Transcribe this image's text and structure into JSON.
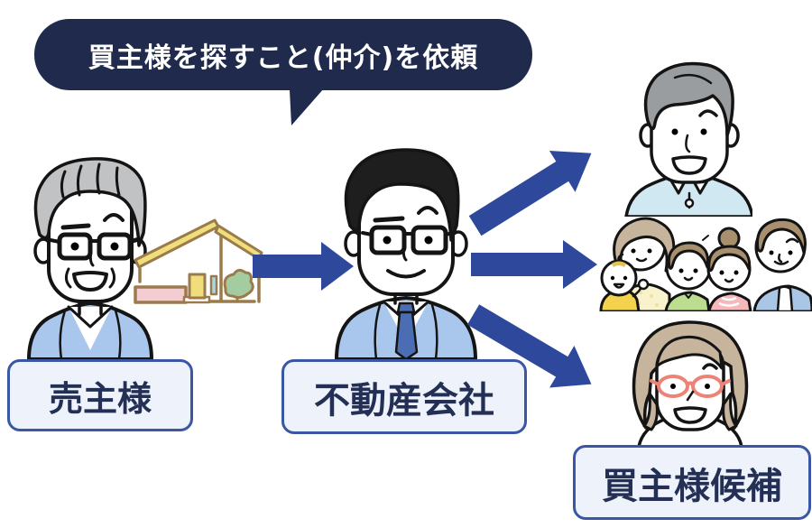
{
  "diagram": {
    "speech_bubble": {
      "text": "買主様を探すこと(仲介)を依頼",
      "points_to": "agency"
    },
    "nodes": [
      {
        "id": "seller",
        "label": "売主様",
        "illustration": "elderly-man-glasses-blue-jacket"
      },
      {
        "id": "agency",
        "label": "不動産会社",
        "illustration": "businessman-glasses-suit-tie"
      },
      {
        "id": "candidates",
        "label": "買主様候補",
        "illustrations": [
          "young-man-polo-shirt",
          "family-of-five-with-baby",
          "woman-coral-glasses"
        ]
      }
    ],
    "edges": [
      {
        "from": "seller",
        "to": "agency",
        "via": "house-icon"
      },
      {
        "from": "agency",
        "to": "candidate-young-man"
      },
      {
        "from": "agency",
        "to": "candidate-family"
      },
      {
        "from": "agency",
        "to": "candidate-woman"
      }
    ]
  },
  "colors": {
    "navy": "#1f2a4d",
    "arrow": "#2e489c",
    "label_bg": "#edf2fb",
    "label_border": "#3a56a4",
    "label_text": "#232f55",
    "outline": "#141414",
    "suit": "#a9c6ec",
    "tie": "#4a6db4",
    "polo": "#cfe8f2",
    "hair_gray": "#c0c2c4",
    "hair_dark": "#1e1e1e",
    "hair_silver": "#9a9da0",
    "hair_brown": "#a8906f",
    "hair_beige": "#c7b49c",
    "glasses_coral": "#ee8277",
    "roof": "#f0dd7b",
    "house_outline": "#9b7b4b",
    "planter": "#f4cdd0",
    "tree": "#a5cba0",
    "window": "#aad8e8",
    "mom_top": "#f8f2cd",
    "baby_suit": "#f2d24e",
    "boy_shirt": "#bcdc90",
    "girl_top": "#f6b9bb",
    "dad_shirt": "#a9c6e6"
  }
}
